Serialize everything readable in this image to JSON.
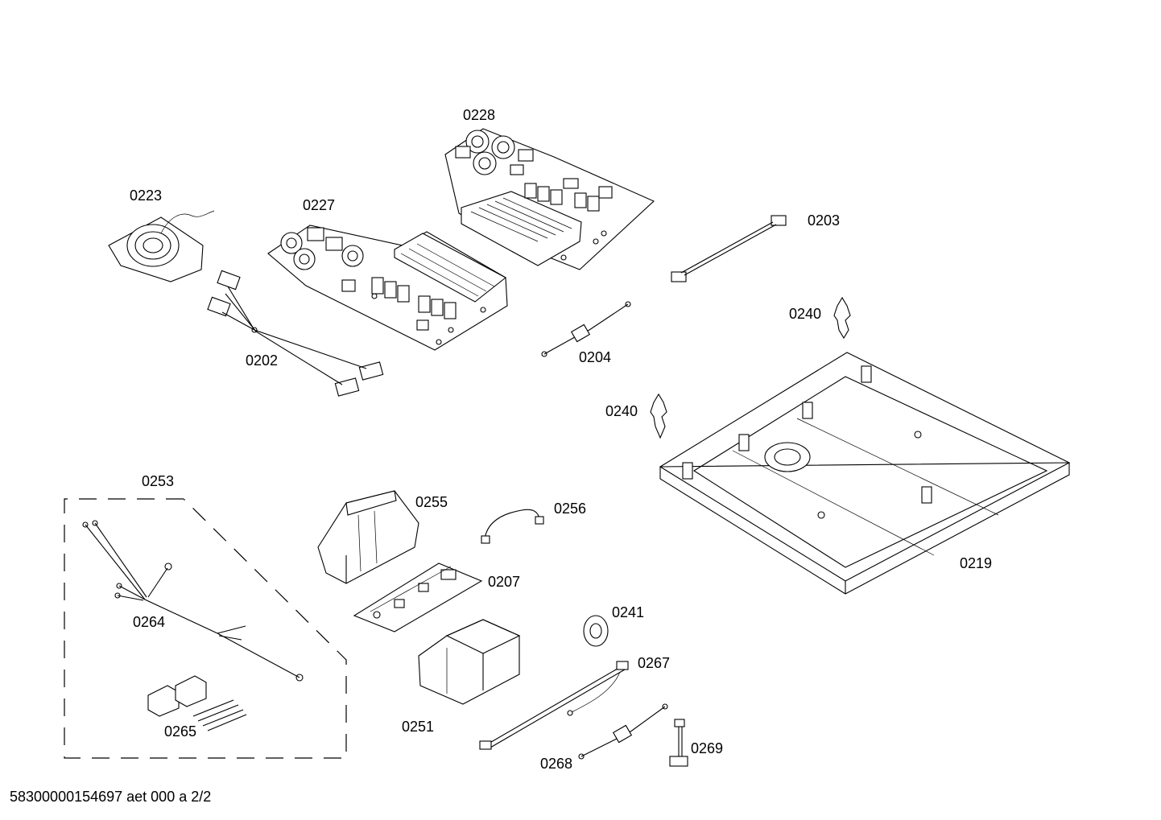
{
  "labels": {
    "p0228": "0228",
    "p0223": "0223",
    "p0227": "0227",
    "p0203": "0203",
    "p0240a": "0240",
    "p0202": "0202",
    "p0204": "0204",
    "p0240b": "0240",
    "p0253": "0253",
    "p0255": "0255",
    "p0256": "0256",
    "p0207": "0207",
    "p0219": "0219",
    "p0264": "0264",
    "p0241": "0241",
    "p0267": "0267",
    "p0251": "0251",
    "p0265": "0265",
    "p0268": "0268",
    "p0269": "0269"
  },
  "footer": "58300000154697 aet 000 a 2/2"
}
